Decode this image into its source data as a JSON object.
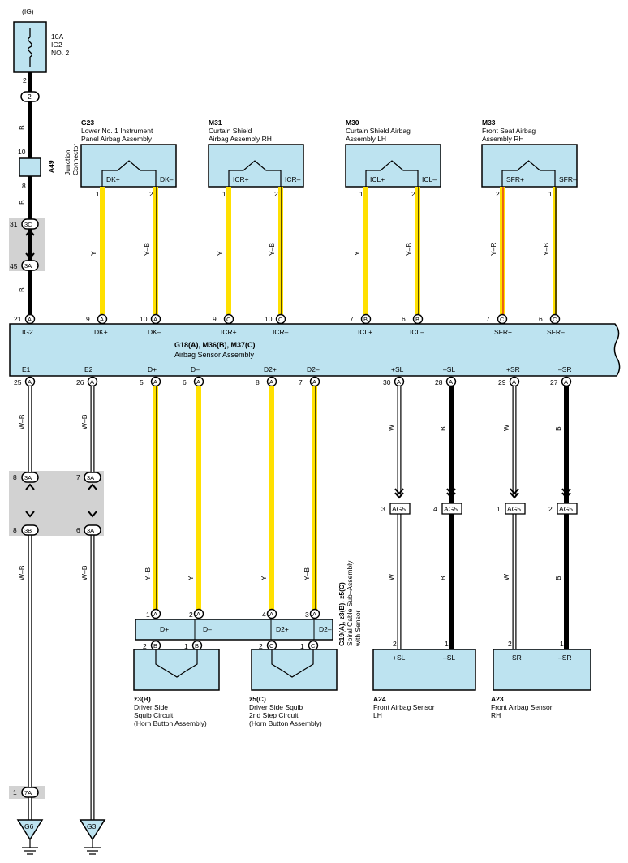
{
  "power": {
    "ig": "(IG)",
    "fuse_amp": "10A",
    "fuse_name": "IG2",
    "fuse_no": "NO. 2",
    "pin": "2",
    "oval": "2"
  },
  "junction": {
    "code": "A49",
    "name": "Junction",
    "name2": "Connector",
    "pin_top": "10",
    "pin_bottom": "8"
  },
  "inline": {
    "p31": "31",
    "c3c": "3C",
    "p45": "45",
    "c3a": "3A"
  },
  "wire_colors": {
    "B": "B",
    "Y": "Y",
    "YB": "Y–B",
    "YR": "Y–R",
    "WB": "W–B",
    "W": "W"
  },
  "squibs": [
    {
      "code": "G23",
      "name1": "Lower No. 1 Instrument",
      "name2": "Panel Airbag Assembly",
      "t1": "DK+",
      "t2": "DK–",
      "pin1": "1",
      "pin2": "2"
    },
    {
      "code": "M31",
      "name1": "Curtain Shield",
      "name2": "Airbag Assembly RH",
      "t1": "ICR+",
      "t2": "ICR–",
      "pin1": "1",
      "pin2": "2"
    },
    {
      "code": "M30",
      "name1": "Curtain Shield Airbag",
      "name2": "Assembly LH",
      "t1": "ICL+",
      "t2": "ICL–",
      "pin1": "1",
      "pin2": "2"
    },
    {
      "code": "M33",
      "name1": "Front Seat Airbag",
      "name2": "Assembly RH",
      "t1": "SFR+",
      "t2": "SFR–",
      "pin1": "2",
      "pin2": "1"
    }
  ],
  "ecu": {
    "title": "G18(A), M36(B), M37(C)",
    "subtitle": "Airbag Sensor Assembly",
    "top_pins": [
      {
        "label": "IG2",
        "pin": "21",
        "conn": "A"
      },
      {
        "label": "DK+",
        "pin": "9",
        "conn": "A"
      },
      {
        "label": "DK–",
        "pin": "10",
        "conn": "A"
      },
      {
        "label": "ICR+",
        "pin": "9",
        "conn": "C"
      },
      {
        "label": "ICR–",
        "pin": "10",
        "conn": "C"
      },
      {
        "label": "ICL+",
        "pin": "7",
        "conn": "B"
      },
      {
        "label": "ICL–",
        "pin": "6",
        "conn": "B"
      },
      {
        "label": "SFR+",
        "pin": "7",
        "conn": "C"
      },
      {
        "label": "SFR–",
        "pin": "6",
        "conn": "C"
      }
    ],
    "bottom_pins": [
      {
        "label": "E1",
        "pin": "25",
        "conn": "A"
      },
      {
        "label": "E2",
        "pin": "26",
        "conn": "A"
      },
      {
        "label": "D+",
        "pin": "5",
        "conn": "A"
      },
      {
        "label": "D–",
        "pin": "6",
        "conn": "A"
      },
      {
        "label": "D2+",
        "pin": "8",
        "conn": "A"
      },
      {
        "label": "D2–",
        "pin": "7",
        "conn": "A"
      },
      {
        "label": "+SL",
        "pin": "30",
        "conn": "A"
      },
      {
        "label": "–SL",
        "pin": "28",
        "conn": "A"
      },
      {
        "label": "+SR",
        "pin": "29",
        "conn": "A"
      },
      {
        "label": "–SR",
        "pin": "27",
        "conn": "A"
      }
    ]
  },
  "ground_inline": {
    "p8a": "8",
    "c3a": "3A",
    "p8b": "8",
    "c3b": "3B",
    "p7": "7",
    "p6": "6",
    "p1": "1",
    "c7a": "7A"
  },
  "grounds": {
    "g6": "G6",
    "g3": "G3"
  },
  "ag5": [
    {
      "pin": "3",
      "label": "AG5"
    },
    {
      "pin": "4",
      "label": "AG5"
    },
    {
      "pin": "1",
      "label": "AG5"
    },
    {
      "pin": "2",
      "label": "AG5"
    }
  ],
  "spiral": {
    "title": "G19(A), z3(B), z5(C)",
    "name1": "Spiral Cable Sub–Assembly",
    "name2": "with Sensor",
    "top": [
      {
        "pin": "1",
        "conn": "A",
        "label": "D+"
      },
      {
        "pin": "2",
        "conn": "A",
        "label": "D–"
      },
      {
        "pin": "4",
        "conn": "A",
        "label": "D2+"
      },
      {
        "pin": "3",
        "conn": "A",
        "label": "D2–"
      }
    ],
    "bottom": [
      {
        "pin": "2",
        "conn": "B"
      },
      {
        "pin": "1",
        "conn": "B"
      },
      {
        "pin": "2",
        "conn": "C"
      },
      {
        "pin": "1",
        "conn": "C"
      }
    ]
  },
  "horn_squibs": [
    {
      "code": "z3(B)",
      "l1": "Driver Side",
      "l2": "Squib Circuit",
      "l3": "(Horn Button Assembly)"
    },
    {
      "code": "z5(C)",
      "l1": "Driver Side Squib",
      "l2": "2nd Step Circuit",
      "l3": "(Horn Button Assembly)"
    }
  ],
  "sensors": [
    {
      "code": "A24",
      "name1": "Front Airbag Sensor",
      "name2": "LH",
      "t1": "+SL",
      "t2": "–SL",
      "pin1": "2",
      "pin2": "1"
    },
    {
      "code": "A23",
      "name1": "Front Airbag Sensor",
      "name2": "RH",
      "t1": "+SR",
      "t2": "–SR",
      "pin1": "2",
      "pin2": "1"
    }
  ]
}
